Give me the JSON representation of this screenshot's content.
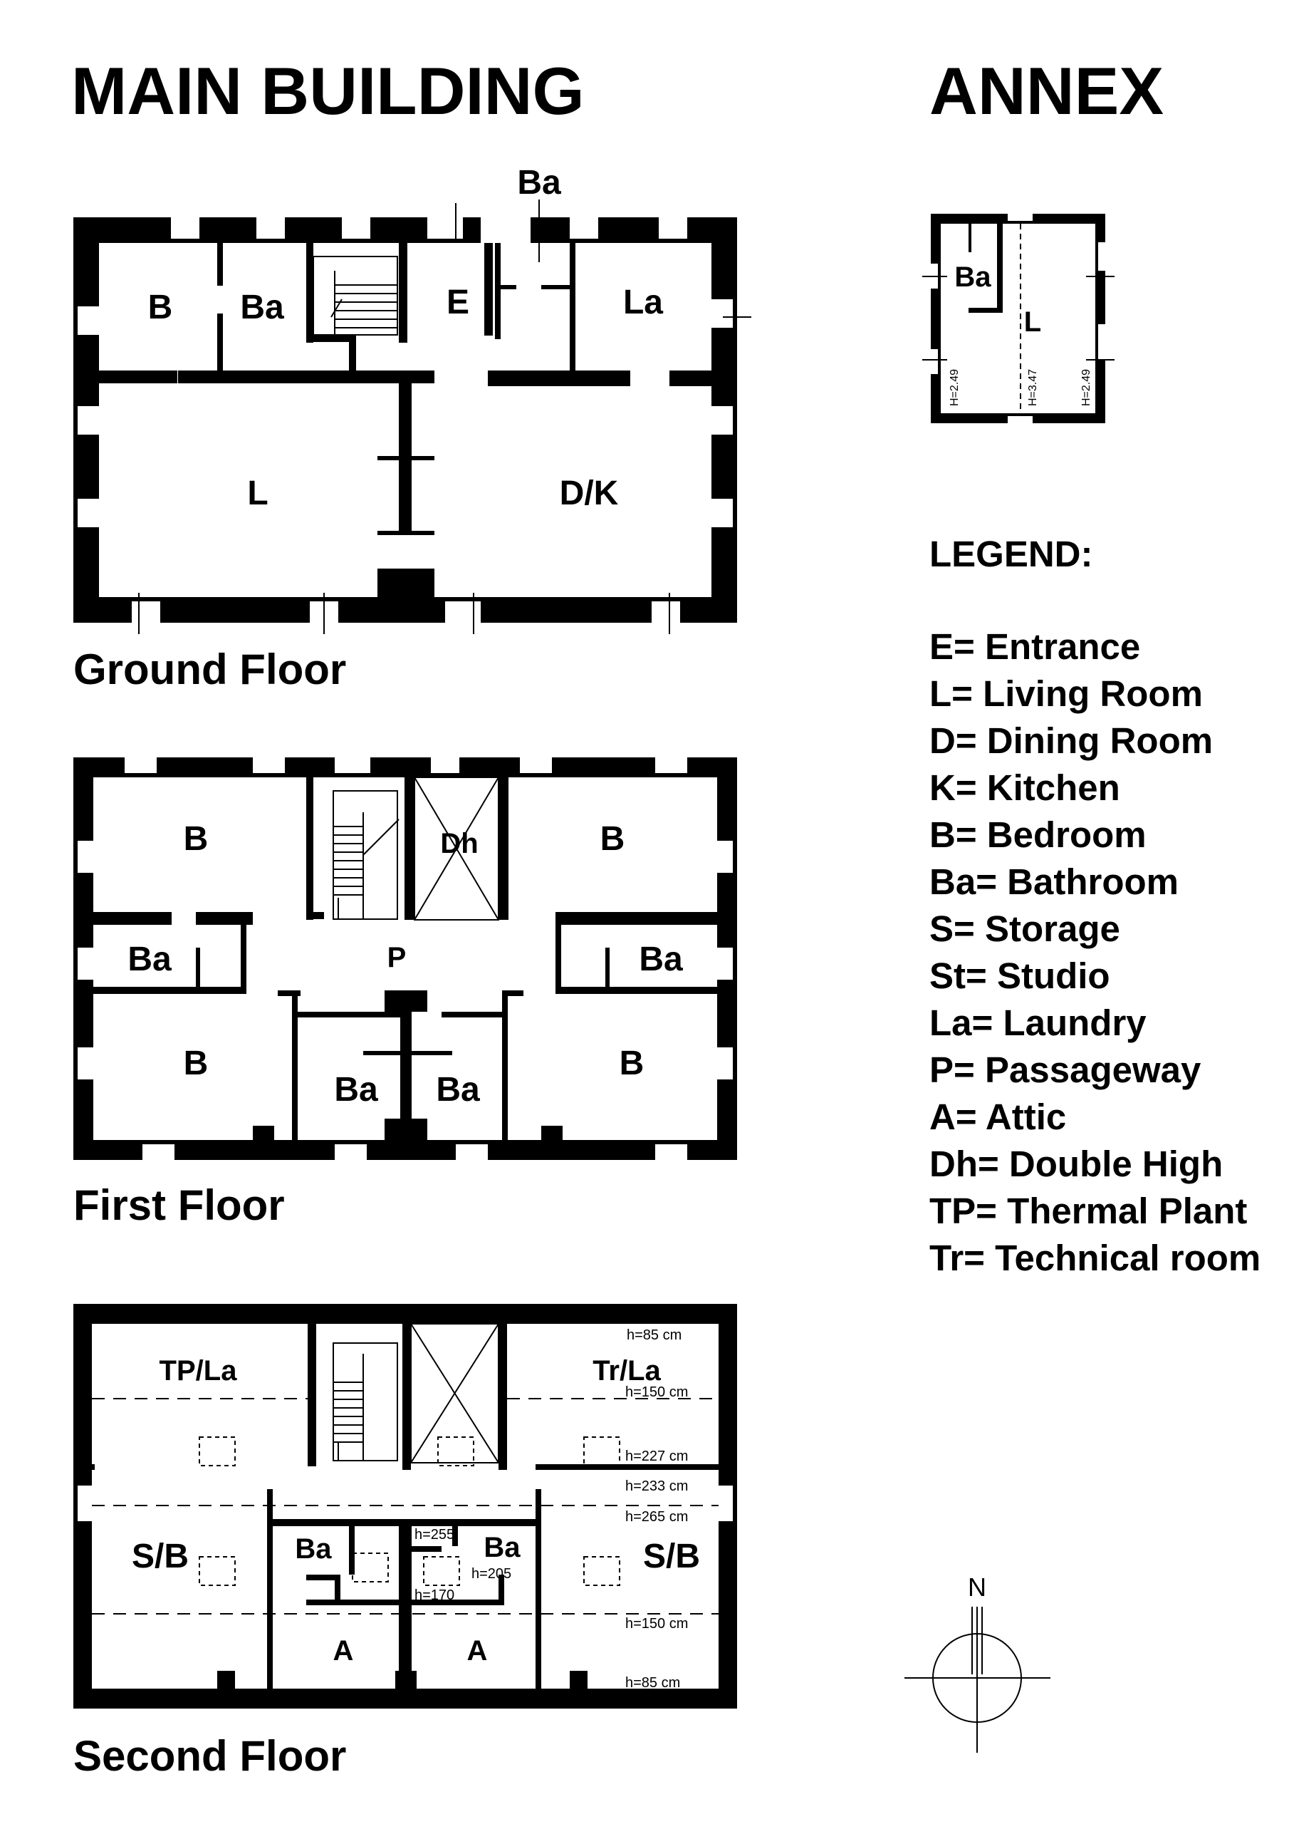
{
  "titles": {
    "main_building": "MAIN BUILDING",
    "annex": "ANNEX"
  },
  "floors": {
    "ground": "Ground Floor",
    "first": "First Floor",
    "second": "Second Floor"
  },
  "ground_rooms": {
    "b": "B",
    "ba_top": "Ba",
    "ba_room": "Ba",
    "e": "E",
    "la": "La",
    "l": "L",
    "dk": "D/K"
  },
  "first_rooms": {
    "b_tl": "B",
    "dh": "Dh",
    "b_tr": "B",
    "ba_l": "Ba",
    "p": "P",
    "ba_r": "Ba",
    "b_bl": "B",
    "ba_c1": "Ba",
    "ba_c2": "Ba",
    "b_br": "B"
  },
  "second_rooms": {
    "tpla": "TP/La",
    "trla": "Tr/La",
    "sb_l": "S/B",
    "ba_1": "Ba",
    "ba_2": "Ba",
    "sb_r": "S/B",
    "a_1": "A",
    "a_2": "A"
  },
  "second_heights": {
    "h85_top": "h=85 cm",
    "h150_top": "h=150 cm",
    "h227": "h=227 cm",
    "h233": "h=233 cm",
    "h265": "h=265 cm",
    "h255": "h=255",
    "h205": "h=205",
    "h170": "h=170",
    "h150_bot": "h=150 cm",
    "h85_bot": "h=85 cm"
  },
  "annex_rooms": {
    "ba": "Ba",
    "l": "L",
    "h_left": "H=2.49",
    "h_mid": "H=3.47",
    "h_right": "H=2.49"
  },
  "legend": {
    "title": "LEGEND:",
    "items": [
      "E= Entrance",
      "L= Living Room",
      "D= Dining Room",
      "K= Kitchen",
      "B= Bedroom",
      "Ba= Bathroom",
      "S= Storage",
      "St= Studio",
      "La= Laundry",
      "P= Passageway",
      "A= Attic",
      "Dh= Double High",
      "TP= Thermal Plant",
      "Tr= Technical room"
    ]
  },
  "compass": {
    "north": "N"
  }
}
